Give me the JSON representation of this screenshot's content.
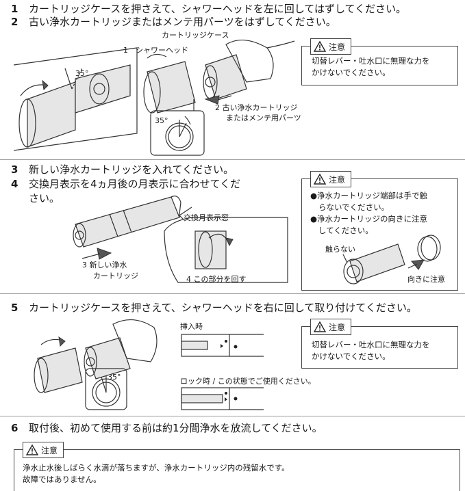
{
  "steps": {
    "s1": {
      "num": "1",
      "text": "カートリッジケースを押さえて、シャワーヘッドを左に回してはずしてください。"
    },
    "s2": {
      "num": "2",
      "text": "古い浄水カートリッジまたはメンテ用パーツをはずしてください。"
    },
    "s3": {
      "num": "3",
      "text": "新しい浄水カートリッジを入れてください。"
    },
    "s4": {
      "num": "4",
      "line1": "交換月表示を4ヵ月後の月表示に合わせてくだ",
      "line2": "さい。"
    },
    "s5": {
      "num": "5",
      "text": "カートリッジケースを押さえて、シャワーヘッドを右に回して取り付けてください。"
    },
    "s6": {
      "num": "6",
      "text": "取付後、初めて使用する前は約1分間浄水を放流してください。"
    }
  },
  "figure1": {
    "cartridge_case": "カートリッジケース",
    "shower_head": "1　シャワーヘッド",
    "angle": "35°",
    "angle_detail": "35°",
    "old_cartridge_line1": "2  古い浄水カートリッジ",
    "old_cartridge_line2": "またはメンテ用パーツ"
  },
  "figure2": {
    "window_label": "交換月表示窓",
    "new_cartridge_line1": "3  新しい浄水",
    "new_cartridge_line2": "カートリッジ",
    "rotate_part": "4 この部分を回す",
    "no_touch": "触らない",
    "orientation": "向きに注意"
  },
  "figure3": {
    "insert_label": "挿入時",
    "lock_label": "ロック時 / この状態でご使用ください。",
    "angle": "35°"
  },
  "caution": {
    "tag": "注意",
    "box1": {
      "line1": "切替レバー・吐水口に無理な力を",
      "line2": "かけないでください。"
    },
    "box2": {
      "line1": "●浄水カートリッジ端部は手で触",
      "line2": "らないでください。",
      "line3": "●浄水カートリッジの向きに注意",
      "line4": "してください。"
    },
    "box3": {
      "line1": "切替レバー・吐水口に無理な力を",
      "line2": "かけないでください。"
    },
    "box4": {
      "line1": "浄水止水後しばらく水滴が落ちますが、浄水カートリッジ内の残留水です。",
      "line2": "故障ではありません。"
    }
  },
  "icons": {
    "warning": "warning-triangle-icon"
  }
}
